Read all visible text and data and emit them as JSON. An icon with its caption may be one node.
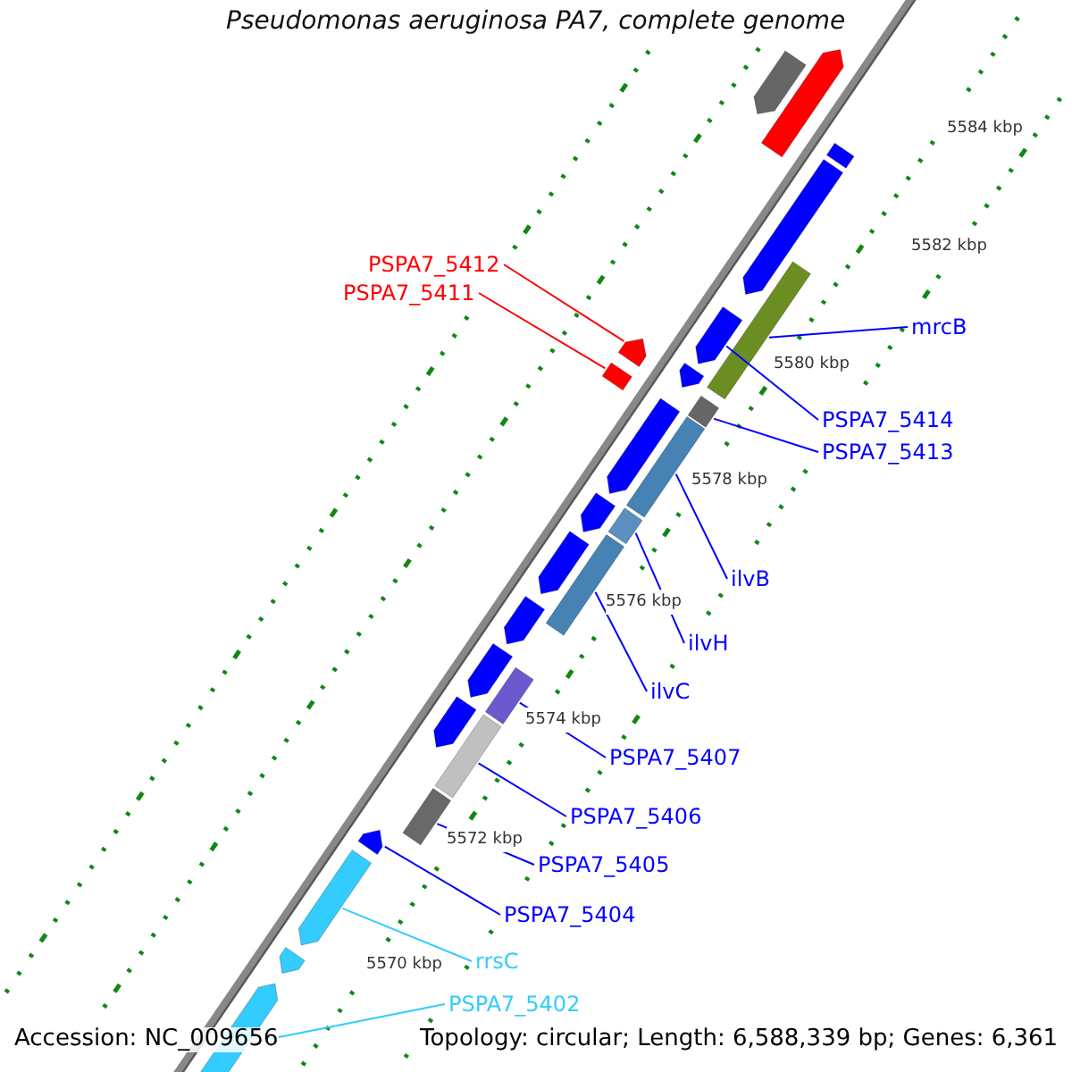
{
  "diagram": {
    "title": "Pseudomonas aeruginosa PA7, complete genome",
    "nodes": [
      {
        "text": [
          "PSPA7_5412"
        ]
      },
      {
        "text": [
          "PSPA7_5411"
        ]
      },
      {
        "text": [
          "mrcB"
        ]
      },
      {
        "text": [
          "PSPA7_5414"
        ]
      },
      {
        "text": [
          "PSPA7_5413"
        ]
      },
      {
        "text": [
          "ilvB"
        ]
      },
      {
        "text": [
          "ilvH"
        ]
      },
      {
        "text": [
          "ilvC"
        ]
      },
      {
        "text": [
          "PSPA7_5407"
        ]
      },
      {
        "text": [
          "PSPA7_5406"
        ]
      },
      {
        "text": [
          "PSPA7_5405"
        ]
      },
      {
        "text": [
          "PSPA7_5404"
        ]
      },
      {
        "text": [
          "rrsC"
        ]
      },
      {
        "text": [
          "PSPA7_5402"
        ]
      },
      {
        "text": [],
        "shape": "bar"
      },
      {
        "text": [],
        "shape": "bar"
      },
      {
        "text": [],
        "shape": "bar"
      },
      {
        "text": [],
        "shape": "bar"
      },
      {
        "text": [],
        "shape": "bar"
      },
      {
        "text": [],
        "shape": "bar"
      },
      {
        "text": [],
        "shape": "bar"
      },
      {
        "text": [],
        "shape": "bar"
      },
      {
        "text": [],
        "shape": "bar"
      },
      {
        "text": [],
        "shape": "bar"
      },
      {
        "text": [],
        "shape": "bar"
      },
      {
        "text": [],
        "shape": "bar"
      },
      {
        "text": [],
        "shape": "bar"
      },
      {
        "text": [],
        "shape": "bar"
      },
      {
        "text": [],
        "shape": "bar"
      },
      {
        "text": [],
        "shape": "bar"
      },
      {
        "text": [],
        "shape": "bar"
      },
      {
        "text": [],
        "shape": "bar"
      },
      {
        "text": [],
        "shape": "bar"
      },
      {
        "text": [],
        "shape": "bar"
      },
      {
        "text": [],
        "shape": "bar"
      },
      {
        "text": [],
        "shape": "bar"
      },
      {
        "text": [],
        "shape": "bar"
      },
      {
        "text": [],
        "shape": "bar"
      },
      {
        "text": [],
        "shape": "bar"
      },
      {
        "text": [],
        "shape": "bar"
      }
    ],
    "edges": [
      {
        "from": 0,
        "to": 14,
        "arrow": "none",
        "color": "#ff0000"
      },
      {
        "from": 1,
        "to": 15,
        "arrow": "none",
        "color": "#ff0000"
      },
      {
        "from": 2,
        "to": 16,
        "arrow": "none"
      },
      {
        "from": 3,
        "to": 17,
        "arrow": "none"
      },
      {
        "from": 4,
        "to": 18,
        "arrow": "none"
      },
      {
        "from": 5,
        "to": 19,
        "arrow": "none"
      },
      {
        "from": 6,
        "to": 20,
        "arrow": "none"
      },
      {
        "from": 7,
        "to": 21,
        "arrow": "none"
      },
      {
        "from": 8,
        "to": 22,
        "arrow": "none"
      },
      {
        "from": 9,
        "to": 23,
        "arrow": "none"
      },
      {
        "from": 10,
        "to": 24,
        "arrow": "none"
      },
      {
        "from": 11,
        "to": 25,
        "arrow": "none"
      },
      {
        "from": 12,
        "to": 26,
        "arrow": "none",
        "color": "#33ccff"
      },
      {
        "from": 13,
        "to": 27,
        "arrow": "none",
        "color": "#33ccff"
      }
    ],
    "labels": [
      "5584 kbp",
      "5582 kbp",
      "5580 kbp",
      "5578 kbp",
      "5576 kbp",
      "5574 kbp",
      "5572 kbp",
      "5570 kbp",
      "Accession: NC_009656",
      "Topology: circular; Length: 6,588,339 bp; Genes: 6,361"
    ]
  }
}
